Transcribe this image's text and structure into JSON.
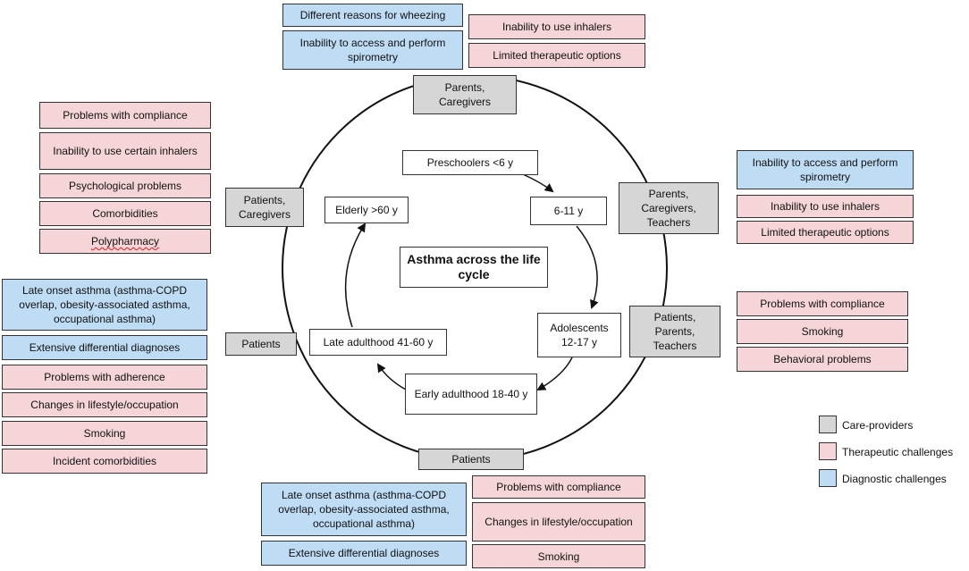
{
  "center_title": "Asthma across the life cycle",
  "stages": {
    "preschoolers": "Preschoolers <6 y",
    "school_age": "6-11 y",
    "adolescents": "Adolescents 12-17 y",
    "early_adulthood": "Early adulthood 18-40 y",
    "late_adulthood": "Late adulthood 41-60 y",
    "elderly": "Elderly >60 y"
  },
  "care_providers": {
    "top": "Parents, Caregivers",
    "upper_right": "Parents, Caregivers, Teachers",
    "right": "Patients, Parents, Teachers",
    "bottom": "Patients",
    "left": "Patients",
    "upper_left": "Patients, Caregivers"
  },
  "top_group": {
    "diagnostic": [
      "Different reasons for wheezing",
      "Inability to access and perform spirometry"
    ],
    "therapeutic": [
      "Inability to use inhalers",
      "Limited therapeutic options"
    ]
  },
  "upper_left_group": {
    "therapeutic": [
      "Problems with compliance",
      "Inability to use certain inhalers",
      "Psychological problems",
      "Comorbidities",
      "Polypharmacy"
    ]
  },
  "upper_right_group": {
    "diagnostic": [
      "Inability to access and perform spirometry"
    ],
    "therapeutic": [
      "Inability to use inhalers",
      "Limited therapeutic options"
    ]
  },
  "right_group": {
    "therapeutic": [
      "Problems with compliance",
      "Smoking",
      "Behavioral problems"
    ]
  },
  "left_group": {
    "diagnostic": [
      "Late onset asthma (asthma-COPD overlap, obesity-associated asthma, occupational asthma)",
      "Extensive differential diagnoses"
    ],
    "therapeutic": [
      "Problems with adherence",
      "Changes in lifestyle/occupation",
      "Smoking",
      "Incident comorbidities"
    ]
  },
  "bottom_group": {
    "diagnostic": [
      "Late onset asthma (asthma-COPD overlap, obesity-associated asthma, occupational asthma)",
      "Extensive differential diagnoses"
    ],
    "therapeutic": [
      "Problems with compliance",
      "Changes in lifestyle/occupation",
      "Smoking"
    ]
  },
  "legend": [
    {
      "label": "Care-providers",
      "color": "#d6d6d6"
    },
    {
      "label": "Therapeutic challenges",
      "color": "#f5d5d8"
    },
    {
      "label": "Diagnostic challenges",
      "color": "#bfdcf5"
    }
  ],
  "colors": {
    "diagnostic": "#bfdcf5",
    "therapeutic": "#f5d5d8",
    "care_provider": "#d6d6d6",
    "line": "#111111"
  }
}
